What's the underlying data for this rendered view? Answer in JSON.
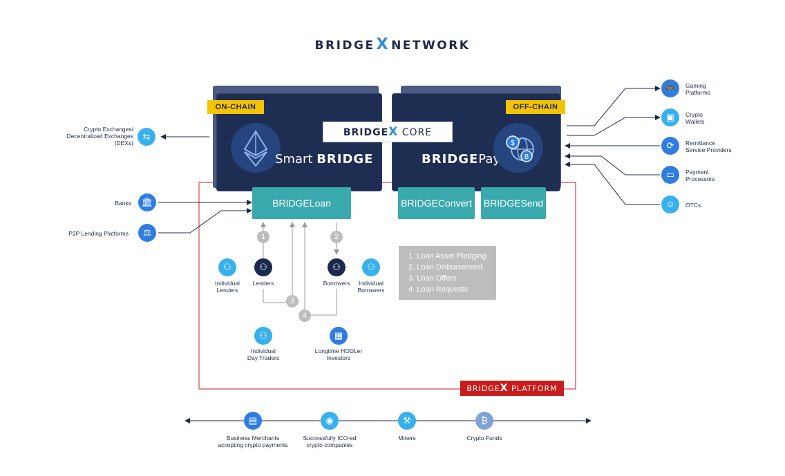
{
  "logo": {
    "left": "BRIDGE",
    "x": "X",
    "right": "NETWORK"
  },
  "onchain": "ON-CHAIN",
  "offchain": "OFF-CHAIN",
  "core": {
    "left": "BRIDGE",
    "x": "X",
    "right": "CORE"
  },
  "smart": {
    "prefix": "Smart",
    "bold": "BRIDGE"
  },
  "pay": {
    "bold": "BRIDGE",
    "suffix": "Pay"
  },
  "products": {
    "loan": "BRIDGELoan",
    "convert": "BRIDGEConvert",
    "send": "BRIDGESend"
  },
  "left_nodes": {
    "crypto_exchanges": [
      "Crypto Exchanges/",
      "Decentralized Exchanges",
      "(DEXs)"
    ],
    "banks": "Banks",
    "p2p": "P2P Lending Platforms"
  },
  "right_nodes": {
    "gaming": [
      "Gaming",
      "Platforms"
    ],
    "wallets": [
      "Crypto",
      "Wallets"
    ],
    "remittance": [
      "Remittance",
      "Service Providers"
    ],
    "payment": [
      "Payment",
      "Processors"
    ],
    "otcs": "OTCs"
  },
  "actors": {
    "individual_lenders": [
      "Individual",
      "Lenders"
    ],
    "lenders": "Lenders",
    "borrowers": "Borrowers",
    "individual_borrowers": [
      "Individual",
      "Borrowers"
    ],
    "day_traders": [
      "Individual",
      "Day Traders"
    ],
    "hodler": [
      "Longtime HODLer",
      "Investors"
    ]
  },
  "step_numbers": [
    "1",
    "2",
    "3",
    "4"
  ],
  "steps": [
    "1.   Loan Asset Pledging",
    "2.   Loan Disbursement",
    "3.   Loan Offers",
    "4.   Loan Requests"
  ],
  "platform": {
    "left": "BRIDGE",
    "x": "X",
    "right": "PLATFORM"
  },
  "bottom": {
    "merchants": [
      "Business Merchants",
      "accepting crypto payments"
    ],
    "ico": [
      "Successfully ICO-ed",
      "crypto companies"
    ],
    "miners": "Miners",
    "funds": "Crypto Funds"
  },
  "icons": {
    "crypto_exchanges": "exchange-icon",
    "banks": "bank-icon",
    "p2p": "network-icon",
    "gaming": "gamepad-icon",
    "wallets": "wallet-icon",
    "remittance": "transfer-icon",
    "payment": "card-icon",
    "otcs": "people-icon",
    "ethereum": "ethereum-icon",
    "pay": "globe-coin-icon",
    "person": "person-pair-icon",
    "hodler": "safe-icon",
    "merchants": "store-icon",
    "ico": "coin-hand-icon",
    "miners": "pickaxe-icon",
    "funds": "bitcoin-icon"
  },
  "colors": {
    "panel": "#1e2d52",
    "accent_yellow": "#f5c400",
    "teal": "#3aa9ad",
    "platform_red": "#c91d1d",
    "icon_blue": "#2f7de0"
  }
}
